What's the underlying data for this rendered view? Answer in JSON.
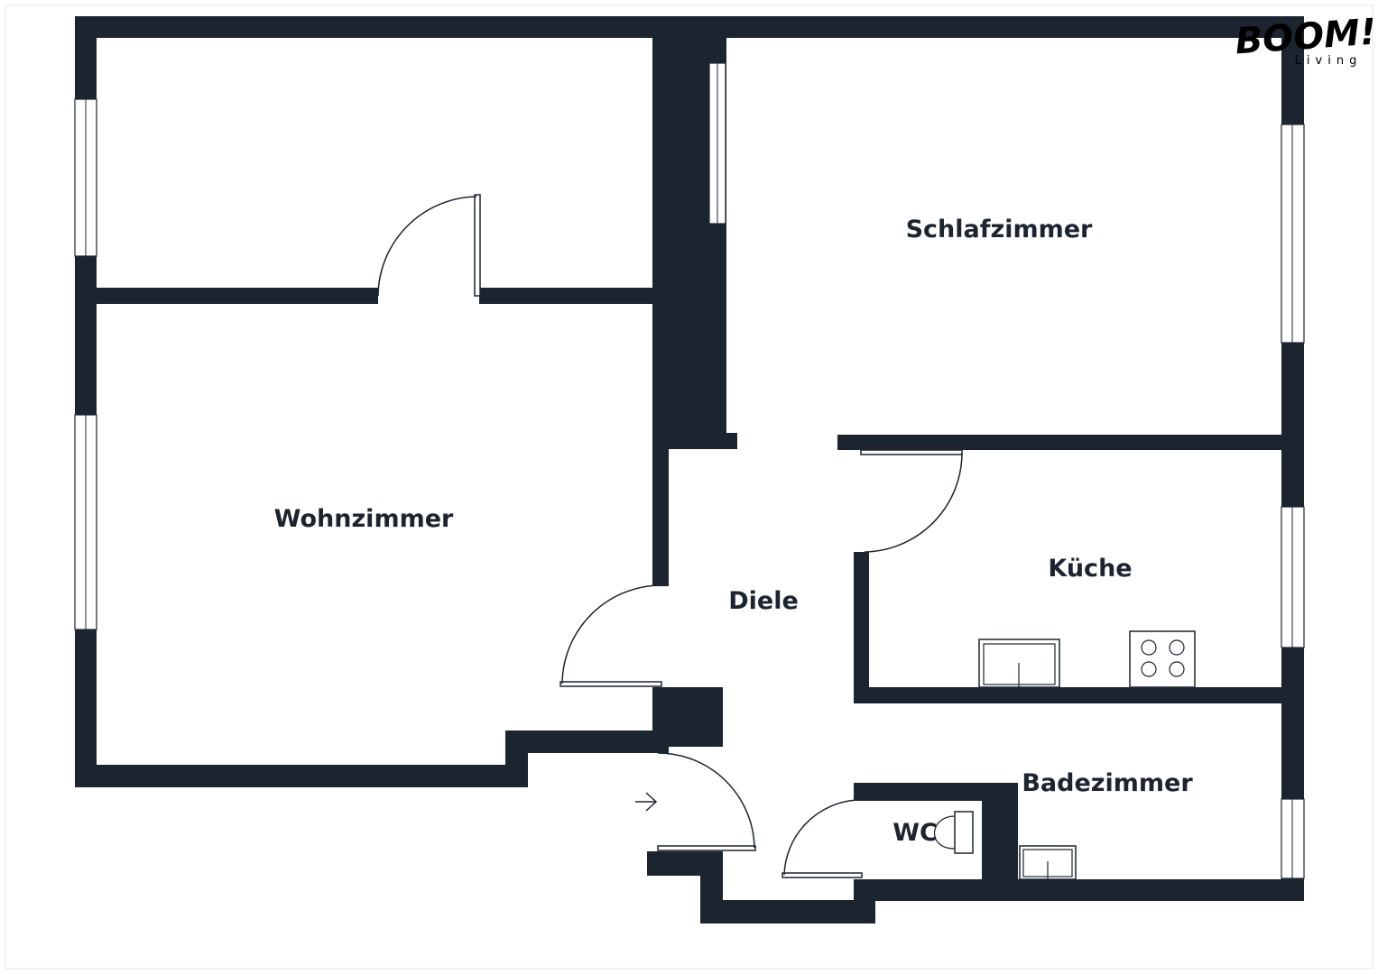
{
  "logo": {
    "name": "BOOM!",
    "tagline": "Living"
  },
  "rooms": {
    "schlafzimmer": "Schlafzimmer",
    "wohnzimmer": "Wohnzimmer",
    "kueche": "Küche",
    "diele": "Diele",
    "badezimmer": "Badezimmer",
    "wc": "WC"
  },
  "colors": {
    "wall": "#1c2430",
    "background": "#ffffff"
  },
  "icons": {
    "entrance": "arrow-right-icon",
    "stove": "stove-icon",
    "sink": "sink-icon"
  }
}
